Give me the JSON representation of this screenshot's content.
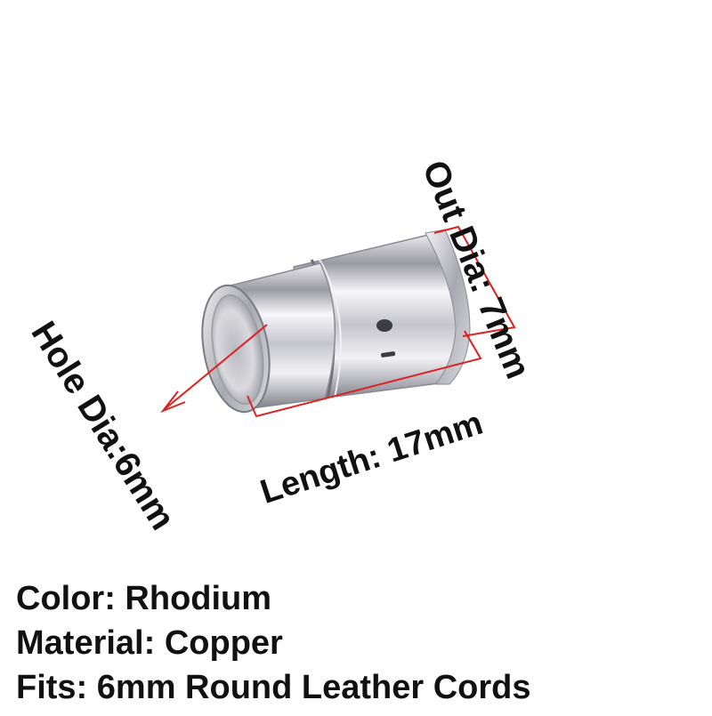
{
  "annotations": {
    "out_dia": "Out Dia: 7mm",
    "hole_dia": "Hole Dia:6mm",
    "length": "Length: 17mm"
  },
  "specs": {
    "color": "Color: Rhodium",
    "material": "Material: Copper",
    "fits": "Fits: 6mm Round Leather Cords"
  },
  "colors": {
    "annotation_line": "#e02020",
    "text": "#111111",
    "metal": "#c8c8cc"
  }
}
